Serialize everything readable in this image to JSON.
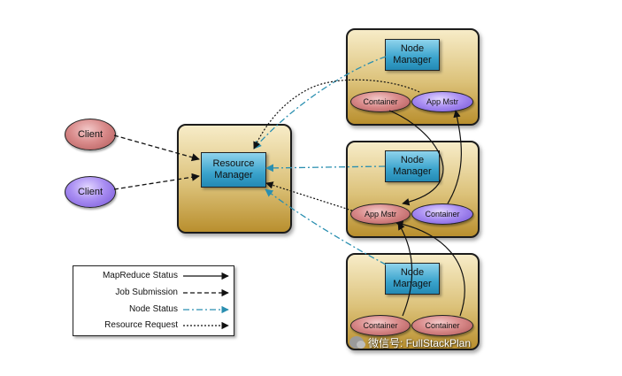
{
  "resource_manager": {
    "label": "Resource\nManager"
  },
  "clients": [
    {
      "label": "Client",
      "color": "red"
    },
    {
      "label": "Client",
      "color": "purple"
    }
  ],
  "nodes": [
    {
      "node_manager": "Node\nManager",
      "containers": [
        {
          "label": "Container",
          "color": "red"
        },
        {
          "label": "App Mstr",
          "color": "purple"
        }
      ]
    },
    {
      "node_manager": "Node\nManager",
      "containers": [
        {
          "label": "App Mstr",
          "color": "red"
        },
        {
          "label": "Container",
          "color": "purple"
        }
      ]
    },
    {
      "node_manager": "Node\nManager",
      "containers": [
        {
          "label": "Container",
          "color": "red"
        },
        {
          "label": "Container",
          "color": "red"
        }
      ]
    }
  ],
  "legend": [
    {
      "label": "MapReduce Status",
      "style": "solid"
    },
    {
      "label": "Job Submission",
      "style": "dashed"
    },
    {
      "label": "Node Status",
      "style": "dash-dot"
    },
    {
      "label": "Resource Request",
      "style": "dotted"
    }
  ],
  "watermark": {
    "text": "微信号: FullStackPlan"
  },
  "colors": {
    "panel_gold": "#c9a246",
    "box_blue": "#3aa3cc",
    "ellipse_red": "#d98b8b",
    "ellipse_purple": "#a98ef2",
    "node_status_line": "#2a8fb0"
  }
}
